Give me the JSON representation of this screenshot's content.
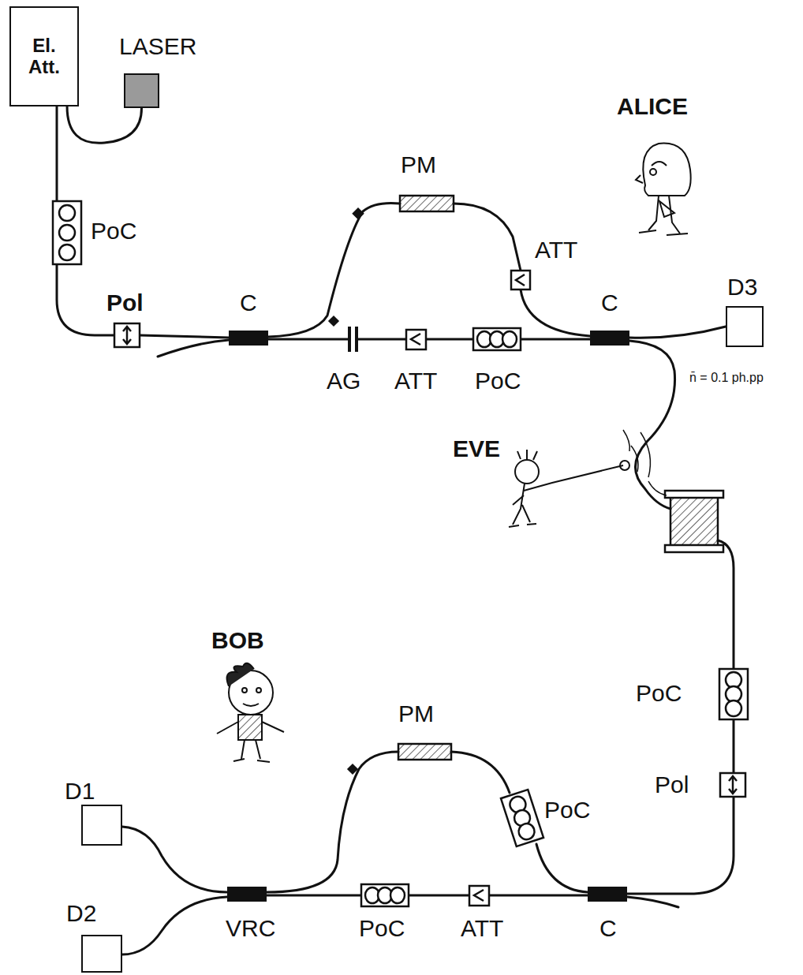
{
  "diagram": {
    "nodes": [
      {
        "text": [
          "El. Att."
        ]
      },
      {
        "text": [
          "LASER"
        ]
      },
      {
        "text": [
          "D3"
        ]
      },
      {
        "text": [
          "D1"
        ]
      },
      {
        "text": [
          "D2"
        ]
      }
    ],
    "edges": [
      {
        "from": 0,
        "to": 1,
        "arrow": "none"
      }
    ],
    "labels": [
      "PoC",
      "Pol",
      "C",
      "PM",
      "ATT",
      "ALICE",
      "C",
      "AG",
      "ATT",
      "PoC",
      "n̄ = 0.1 ph.pp",
      "EVE",
      "PoC",
      "Pol",
      "BOB",
      "PM",
      "PoC",
      "VRC",
      "PoC",
      "ATT",
      "C"
    ]
  }
}
